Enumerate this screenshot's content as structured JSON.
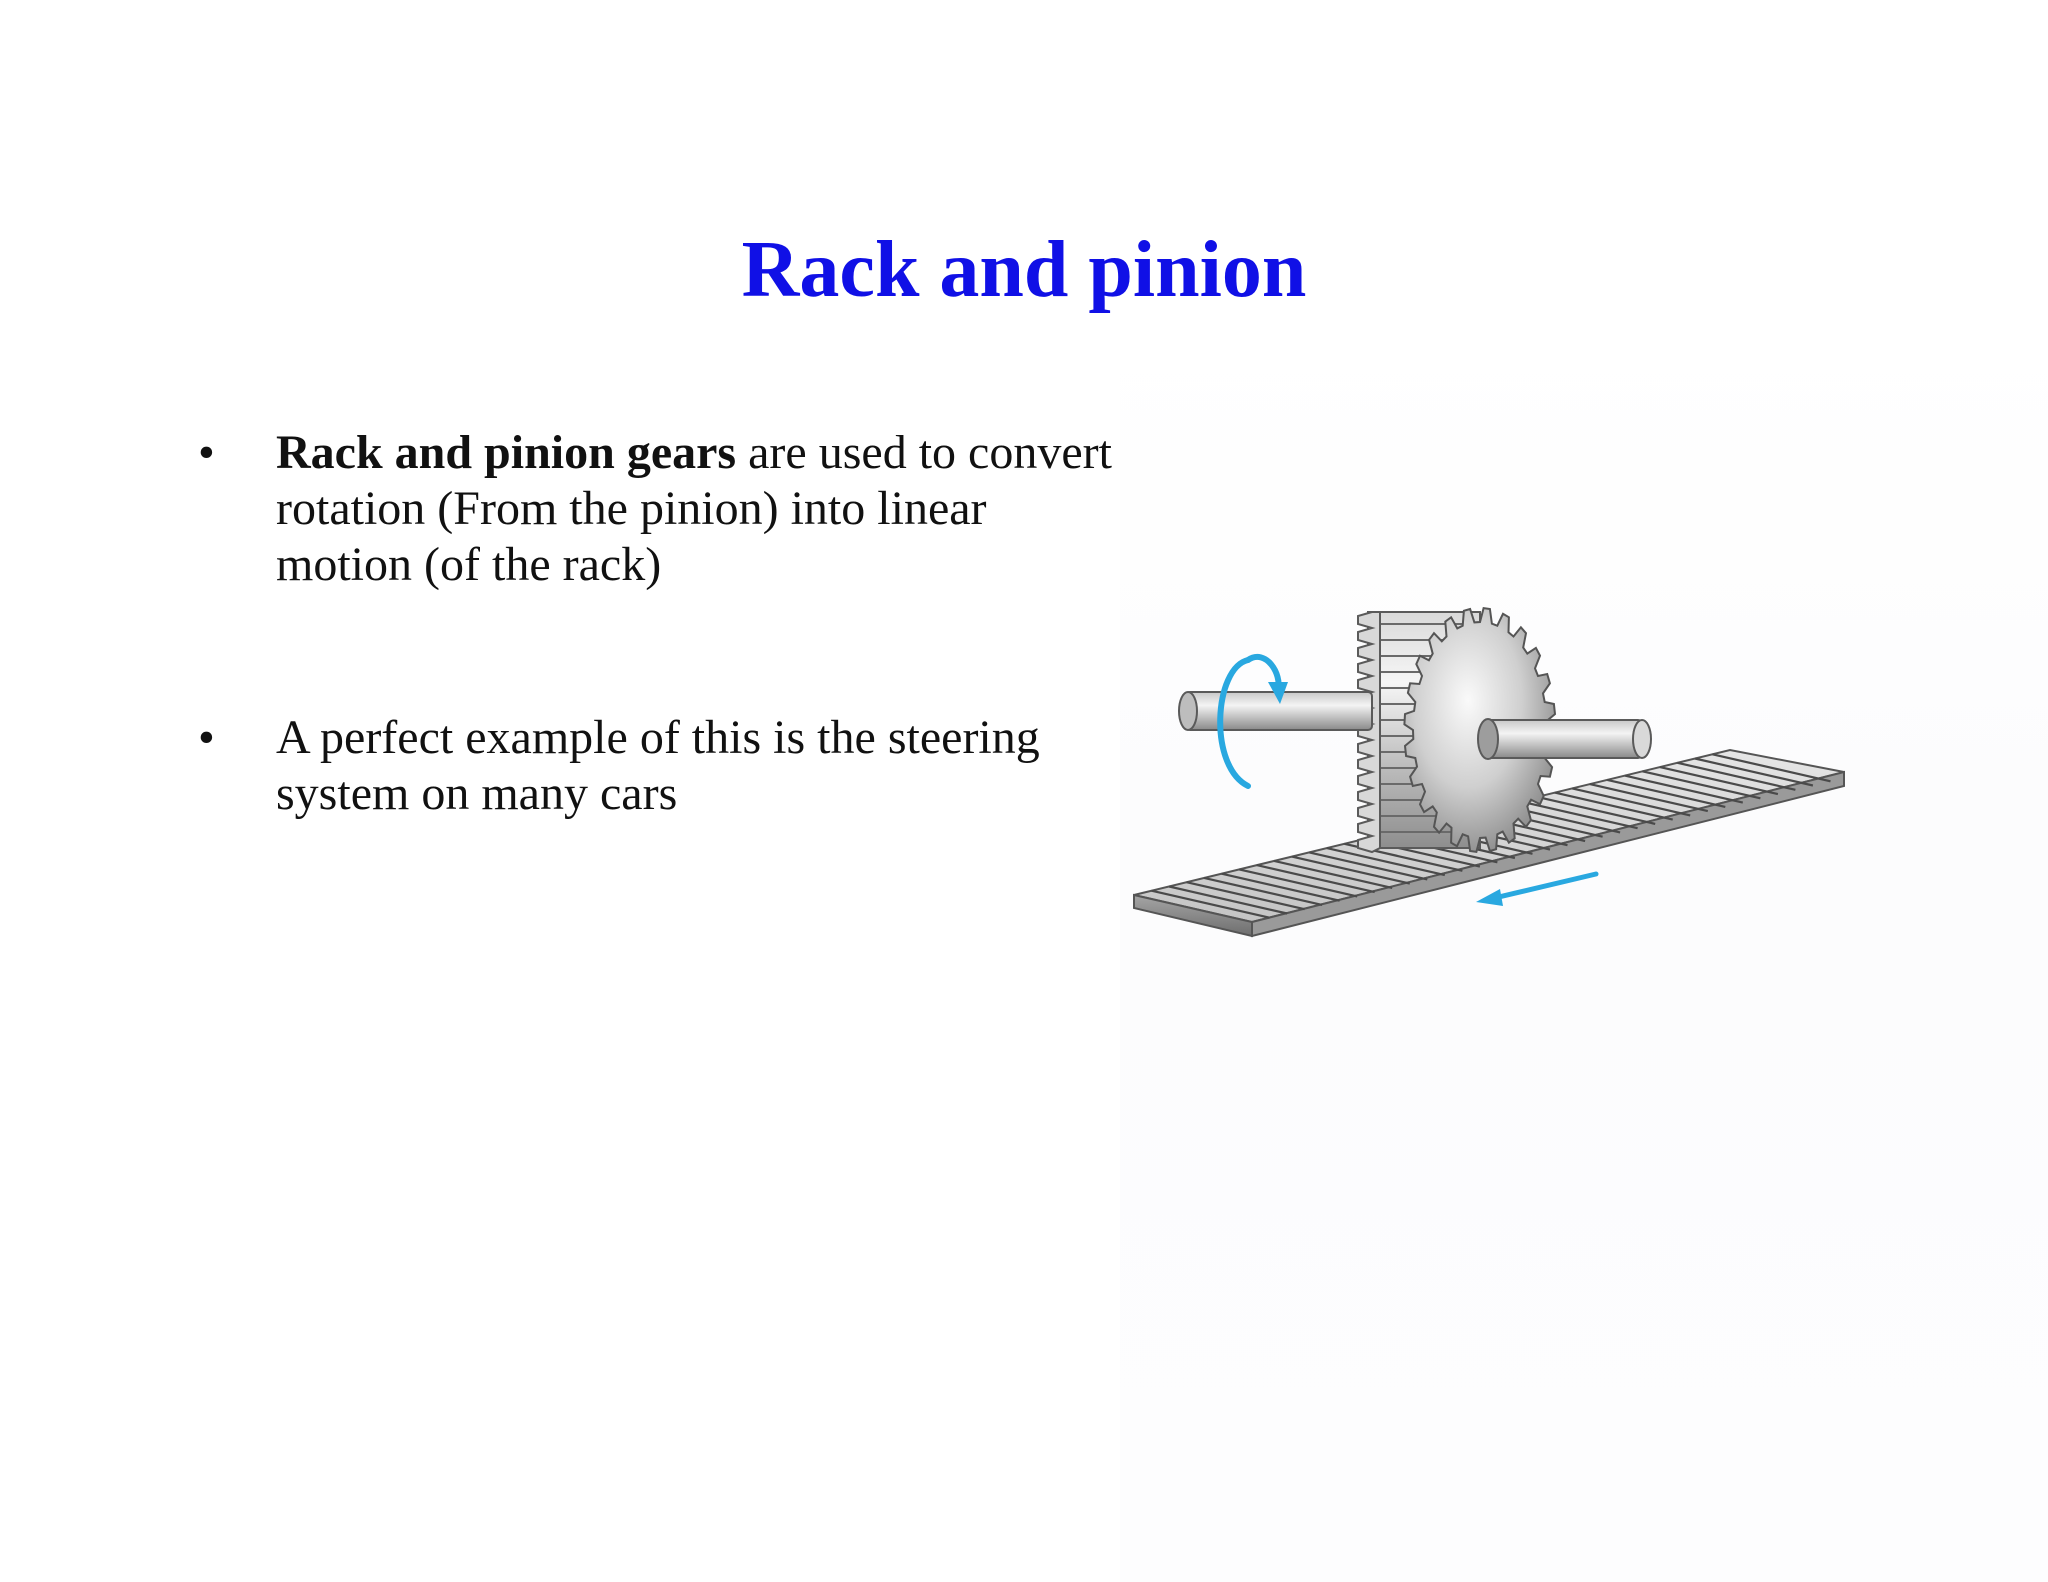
{
  "slide": {
    "title": "Rack and pinion",
    "bullets": [
      {
        "marker": "•",
        "bold": "Rack and pinion gears",
        "text": " are used to convert rotation (From the pinion) into linear motion (of the rack)"
      },
      {
        "marker": "•",
        "bold": "",
        "text": "A perfect example of this is the steering system on many cars"
      }
    ]
  },
  "illustration": {
    "subject": "rack-and-pinion-gear",
    "colors": {
      "metal_light": "#e8e8e8",
      "metal_mid": "#b9b9b9",
      "metal_dark": "#6f6f6f",
      "arrow": "#29a8e0"
    }
  }
}
